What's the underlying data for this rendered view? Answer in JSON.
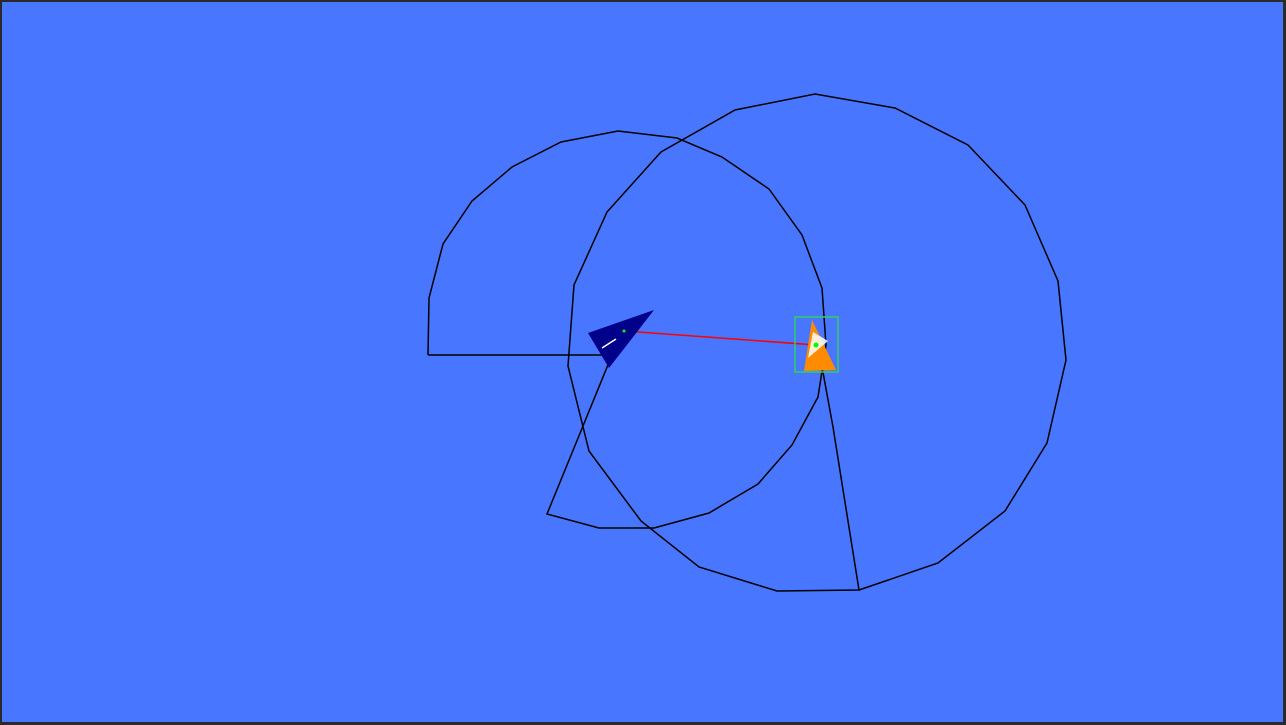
{
  "scene": {
    "background_color": "#4876FF",
    "frame_color": "#2a2a2a"
  },
  "player": {
    "name": "player-ship",
    "color": "#00008B",
    "accent_color": "#FFFFFF",
    "icon": "dark-blue-arrowhead"
  },
  "enemy": {
    "name": "enemy-ship",
    "color": "#FF8C00",
    "accent_color": "#FFFFFF",
    "marker_color": "#00FF00",
    "selection_box_color": "#33CC66",
    "icon": "orange-triangle"
  },
  "target_line": {
    "color": "#FF0000"
  },
  "range_outline_color": "#000000"
}
